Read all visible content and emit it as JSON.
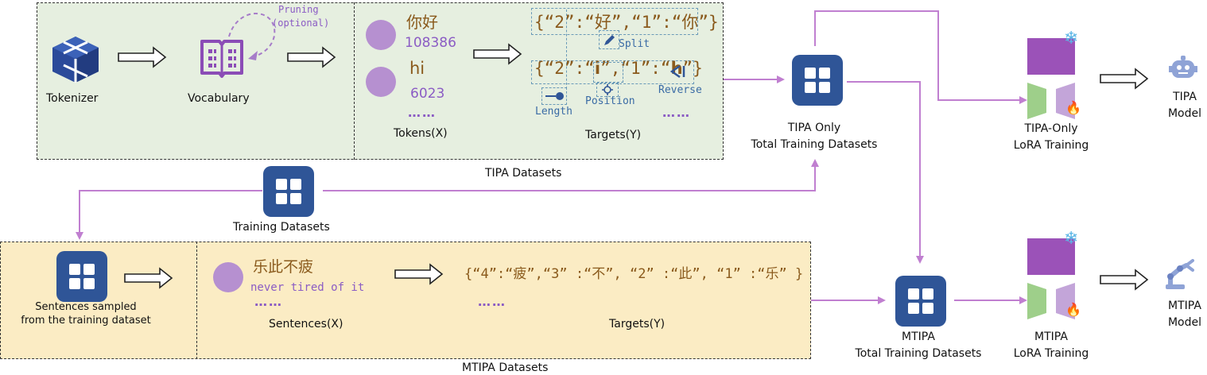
{
  "tipa_panel": {
    "tokenizer_label": "Tokenizer",
    "vocabulary_label": "Vocabulary",
    "pruning_label_1": "Pruning",
    "pruning_label_2": "(optional)",
    "token_1_text": "你好",
    "token_1_id": "108386",
    "token_2_text": "hi",
    "token_2_id": "6023",
    "tokens_dots": "……",
    "tokens_caption": "Tokens(X)",
    "target_1": "{“2”:“好”,“1”:“你”}",
    "target_2_part_a": "{“2”:“",
    "target_2_char_i": "i",
    "target_2_part_b": "”,“1”:“",
    "target_2_char_h": "h",
    "target_2_part_c": "”}",
    "split_label": "Split",
    "position_label": "Position",
    "length_label": "Length",
    "reverse_label": "Reverse",
    "targets_dots": "……",
    "targets_caption": "Targets(Y)",
    "panel_caption": "TIPA Datasets"
  },
  "training_datasets_label": "Training Datasets",
  "mtipa_panel": {
    "sentences_label_1": "Sentences sampled",
    "sentences_label_2": "from the training dataset",
    "sentence_text": "乐此不疲",
    "sentence_translation": "never tired of it",
    "sentence_dots": "……",
    "sentences_caption": "Sentences(X)",
    "target_text": "{“4”:“疲”,“3” :“不”, “2” :“此”, “1” :“乐” }",
    "targets_dots": "……",
    "targets_caption": "Targets(Y)",
    "panel_caption": "MTIPA Datasets"
  },
  "tipa_total": {
    "line1": "TIPA Only",
    "line2": "Total Training Datasets"
  },
  "mtipa_total": {
    "line1": "MTIPA",
    "line2": "Total Training Datasets"
  },
  "tipa_lora": {
    "line1": "TIPA-Only",
    "line2": "LoRA Training"
  },
  "mtipa_lora": {
    "line1": "MTIPA",
    "line2": "LoRA Training"
  },
  "tipa_model": {
    "line1": "TIPA",
    "line2": "Model"
  },
  "mtipa_model": {
    "line1": "MTIPA",
    "line2": "Model"
  },
  "colors": {
    "purple": "#8b5cc4",
    "brown": "#8a5a1c",
    "navy": "#2f5597",
    "green_panel": "#e6efe0",
    "yellow_panel": "#fbecc4",
    "connector": "#c07fd0"
  }
}
